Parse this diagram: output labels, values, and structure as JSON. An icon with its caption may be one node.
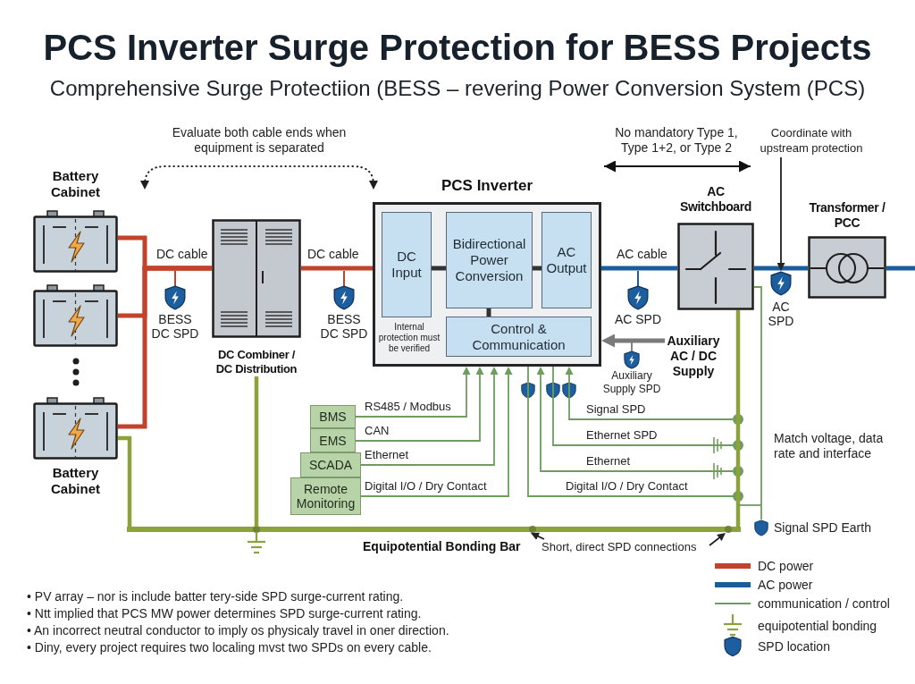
{
  "diagram": {
    "title": "PCS Inverter Surge Protection for BESS Projects",
    "nodes": [
      {
        "text": [
          "Battery Cabinet"
        ]
      },
      {
        "text": [],
        "shape": "battery"
      },
      {
        "text": [
          "Battery Cabinet"
        ]
      },
      {
        "text": [
          "DC Combiner / DC Distribution"
        ]
      },
      {
        "text": [
          "PCS Inverter",
          "Internal protection must be verified"
        ]
      },
      {
        "text": [
          "DC Input"
        ],
        "in": 4
      },
      {
        "text": [
          "Bidirectional Power Conversion"
        ],
        "in": 4
      },
      {
        "text": [
          "AC Output"
        ],
        "in": 4
      },
      {
        "text": [
          "Control & Communication"
        ],
        "in": 4
      },
      {
        "text": [
          "AC Switchboard"
        ]
      },
      {
        "text": [
          "Transformer / PCC"
        ]
      },
      {
        "text": [
          "Coordinate with upstream protection"
        ]
      },
      {
        "text": [
          "Auxiliary AC / DC Supply"
        ]
      },
      {
        "text": [
          "BMS"
        ]
      },
      {
        "text": [
          "EMS"
        ]
      },
      {
        "text": [
          "SCADA"
        ]
      },
      {
        "text": [
          "Remote Monitoring"
        ]
      },
      {
        "text": [
          "Signal SPD Earth"
        ]
      },
      {
        "text": [],
        "shape": "bar"
      },
      {
        "text": [
          "Short, direct SPD connections"
        ]
      },
      {
        "text": [
          "AC SPD"
        ]
      }
    ],
    "edges": [
      {
        "from": 0,
        "to": 3,
        "arrow": "none",
        "label": "DC cable",
        "color": "#c1432b"
      },
      {
        "from": 1,
        "to": 3,
        "arrow": "none",
        "color": "#c1432b"
      },
      {
        "from": 2,
        "to": 3,
        "arrow": "none",
        "color": "#c1432b"
      },
      {
        "from": 3,
        "to": 4,
        "arrow": "none",
        "label": "DC cable",
        "color": "#c1432b"
      },
      {
        "from": 4,
        "to": 9,
        "arrow": "none",
        "label": "AC cable",
        "color": "#1b5d9b"
      },
      {
        "from": 9,
        "to": 10,
        "arrow": "none",
        "color": "#1b5d9b"
      },
      {
        "from": 10,
        "to": null,
        "arrow": "none",
        "color": "#1b5d9b"
      },
      {
        "from": 5,
        "to": 6,
        "arrow": "none",
        "color": "#333333"
      },
      {
        "from": 6,
        "to": 7,
        "arrow": "none",
        "color": "#333333"
      },
      {
        "from": 6,
        "to": 8,
        "arrow": "none",
        "color": "#333333"
      },
      {
        "from": 11,
        "to": 20,
        "arrow": "to",
        "color": "#222222"
      },
      {
        "from": 12,
        "to": 4,
        "arrow": "to",
        "color": "#7a7a7a"
      },
      {
        "from": 13,
        "to": 4,
        "arrow": "to",
        "label": "RS485 / Modbus"
      },
      {
        "from": 14,
        "to": 4,
        "arrow": "to",
        "label": "CAN"
      },
      {
        "from": 15,
        "to": 4,
        "arrow": "to",
        "label": "Ethernet"
      },
      {
        "from": 16,
        "to": 4,
        "arrow": "to",
        "label": "Digital I/O / Dry Contact"
      },
      {
        "from": null,
        "to": 4,
        "arrow": "to",
        "label": "Signal SPD"
      },
      {
        "from": 4,
        "to": null,
        "arrow": "other",
        "label": "Ethernet SPD"
      },
      {
        "from": null,
        "to": 4,
        "arrow": "to",
        "label": "Ethernet"
      },
      {
        "from": 4,
        "to": null,
        "arrow": "other",
        "label": "Digital I/O / Dry Contact"
      },
      {
        "from": 9,
        "to": 17,
        "arrow": "none"
      },
      {
        "from": 2,
        "to": 18,
        "arrow": "none",
        "color": "#8ca23a"
      },
      {
        "from": 3,
        "to": 18,
        "arrow": "none",
        "color": "#8ca23a"
      },
      {
        "from": 9,
        "to": 18,
        "arrow": "none",
        "color": "#8ca23a"
      },
      {
        "from": 19,
        "to": 18,
        "arrow": "to",
        "color": "#222222"
      },
      {
        "from": 19,
        "to": 18,
        "arrow": "to",
        "color": "#222222"
      }
    ],
    "labels": [
      "Comprehensive Surge Protectiion (BESS – revering Power Conversion System (PCS)",
      "Evaluate both cable ends when equipment is separated",
      "No mandatory Type 1, Type 1+2, or Type 2",
      "BESS DC SPD",
      "BESS DC SPD",
      "AC SPD",
      "Auxiliary Supply SPD",
      "Match voltage, data rate and interface",
      "Equipotential Bonding Bar",
      "• PV array – nor is include batter tery-side SPD surge-current rating.",
      "• Ntt implied that PCS MW power determines SPD surge-current rating.",
      "• An incorrect neutral conductor to imply os physicaly travel in oner direction.",
      "• Diny, every project requires two localing mvst two SPDs on every cable."
    ],
    "legend": [
      {
        "text": "DC power"
      },
      {
        "text": "AC power"
      },
      {
        "text": "communication / control"
      },
      {
        "text": "equipotential bonding"
      },
      {
        "text": "SPD location"
      }
    ]
  }
}
